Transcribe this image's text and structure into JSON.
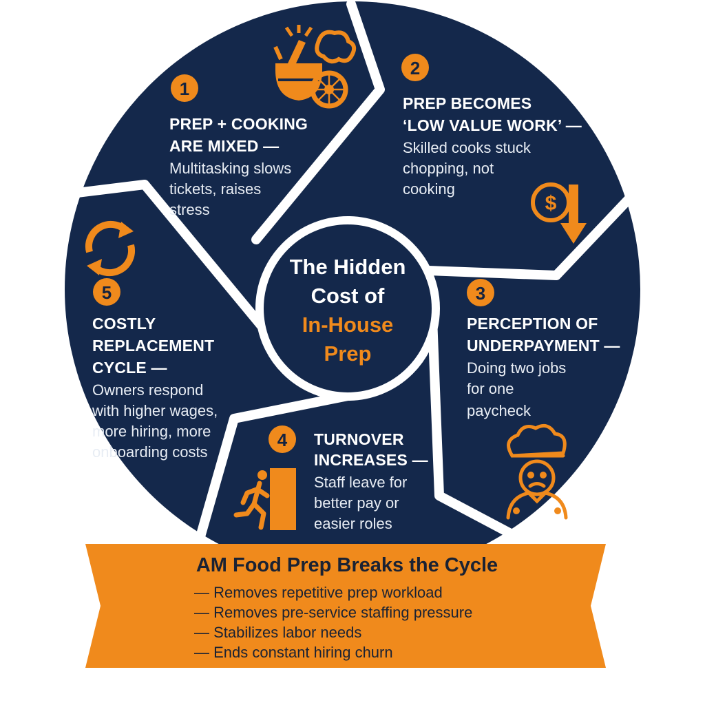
{
  "diagram": {
    "center": {
      "line1": "The Hidden",
      "line2": "Cost of",
      "line3": "In-House",
      "line4": "Prep"
    },
    "segments": [
      {
        "number": "1",
        "title": [
          "PREP + COOKING",
          "ARE MIXED —"
        ],
        "body": [
          "Multitasking slows",
          "tickets, raises",
          "stress"
        ],
        "icon": "cooking-ingredients-icon"
      },
      {
        "number": "2",
        "title": [
          "PREP BECOMES",
          "‘LOW VALUE WORK’ —"
        ],
        "body": [
          "Skilled cooks stuck",
          "chopping, not",
          "cooking"
        ],
        "icon": "dollar-down-arrow-icon"
      },
      {
        "number": "3",
        "title": [
          "PERCEPTION OF",
          "UNDERPAYMENT —"
        ],
        "body": [
          "Doing two jobs",
          "for one",
          "paycheck"
        ],
        "icon": "sad-chef-icon"
      },
      {
        "number": "4",
        "title": [
          "TURNOVER",
          "INCREASES —"
        ],
        "body": [
          "Staff leave for",
          "better pay or",
          "easier roles"
        ],
        "icon": "person-exit-door-icon"
      },
      {
        "number": "5",
        "title": [
          "COSTLY",
          "REPLACEMENT",
          "CYCLE —"
        ],
        "body": [
          "Owners respond",
          "with higher wages,",
          "more hiring, more",
          "onboarding costs"
        ],
        "icon": "refresh-cycle-icon"
      }
    ]
  },
  "banner": {
    "title": "AM Food Prep Breaks the Cycle",
    "items": [
      "— Removes repetitive prep workload",
      "— Removes pre-service staffing pressure",
      "— Stabilizes labor needs",
      "— Ends constant hiring churn"
    ]
  },
  "colors": {
    "navy": "#14284b",
    "orange": "#f08a1c",
    "white": "#ffffff"
  }
}
